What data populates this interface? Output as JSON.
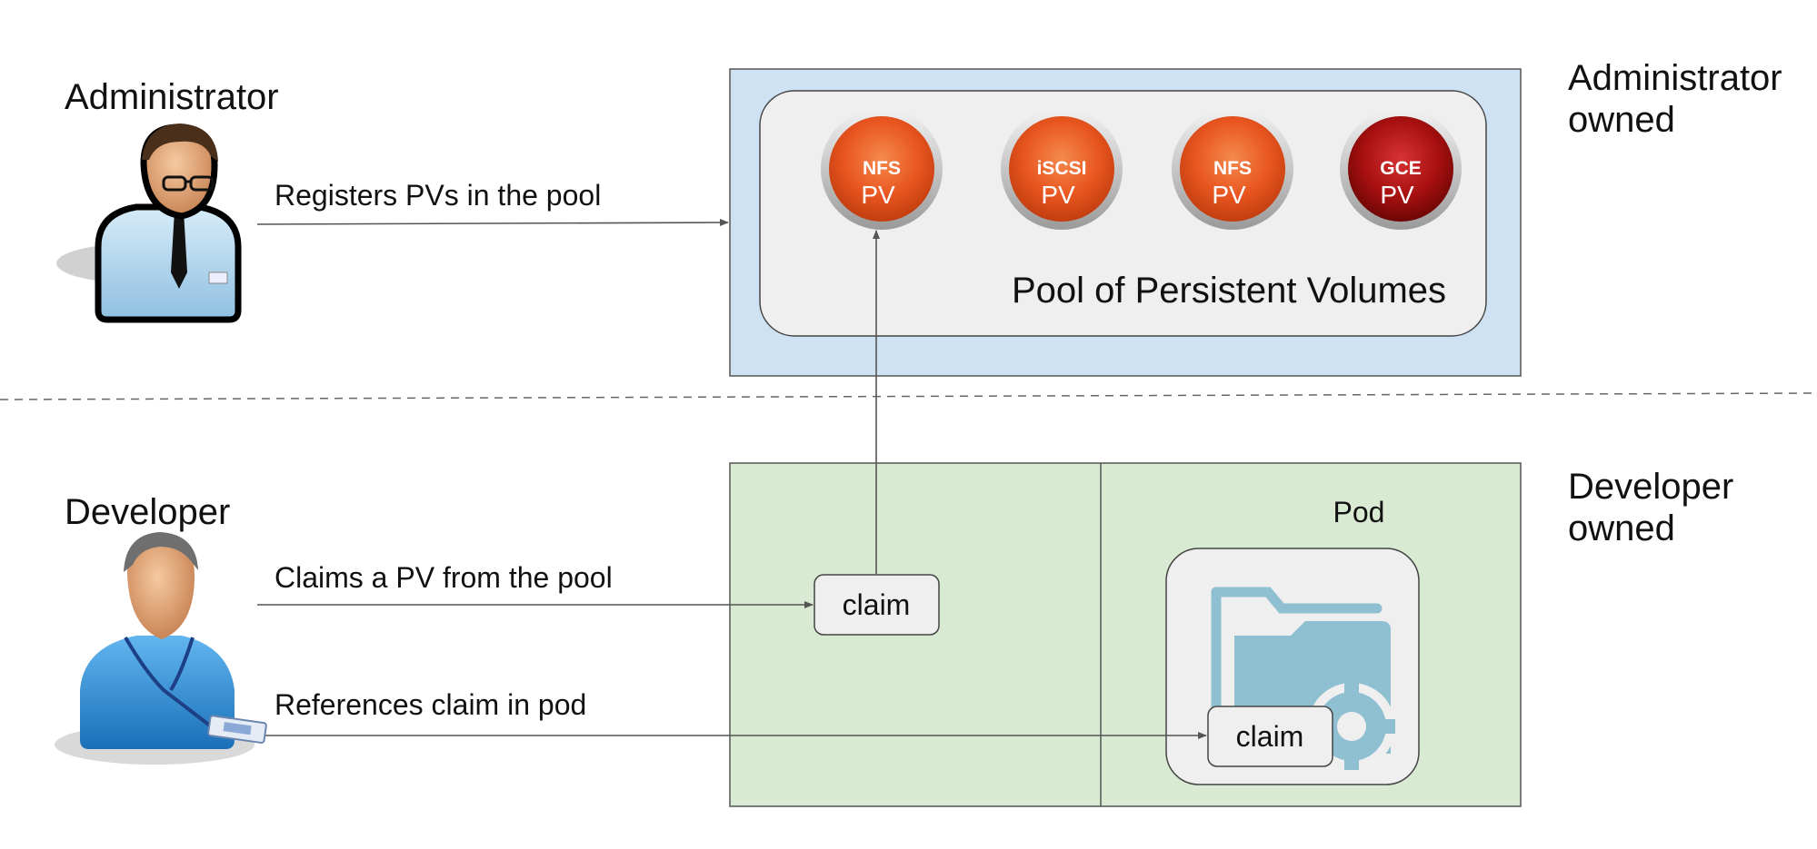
{
  "actors": {
    "administrator": {
      "label": "Administrator",
      "icon": "administrator-icon"
    },
    "developer": {
      "label": "Developer",
      "icon": "developer-icon"
    }
  },
  "arrows": {
    "registers": "Registers PVs in the pool",
    "claims": "Claims a PV from the pool",
    "references": "References claim in pod"
  },
  "admin_zone": {
    "owner_line1": "Administrator",
    "owner_line2": "owned",
    "pool_label": "Pool of Persistent Volumes",
    "volumes": [
      {
        "type": "NFS",
        "kind": "PV",
        "color": "#e8551f"
      },
      {
        "type": "iSCSI",
        "kind": "PV",
        "color": "#e8551f"
      },
      {
        "type": "NFS",
        "kind": "PV",
        "color": "#e8551f"
      },
      {
        "type": "GCE",
        "kind": "PV",
        "color": "#a81010"
      }
    ]
  },
  "dev_zone": {
    "owner_line1": "Developer",
    "owner_line2": "owned",
    "claim_label": "claim",
    "pod_label": "Pod",
    "pod_claim_label": "claim",
    "pod_icon": "folder-gear-icon"
  },
  "colors": {
    "admin_zone_fill": "#cfe2f3",
    "dev_zone_fill": "#d9ead3",
    "pool_fill": "#efefef",
    "line": "#555555"
  }
}
